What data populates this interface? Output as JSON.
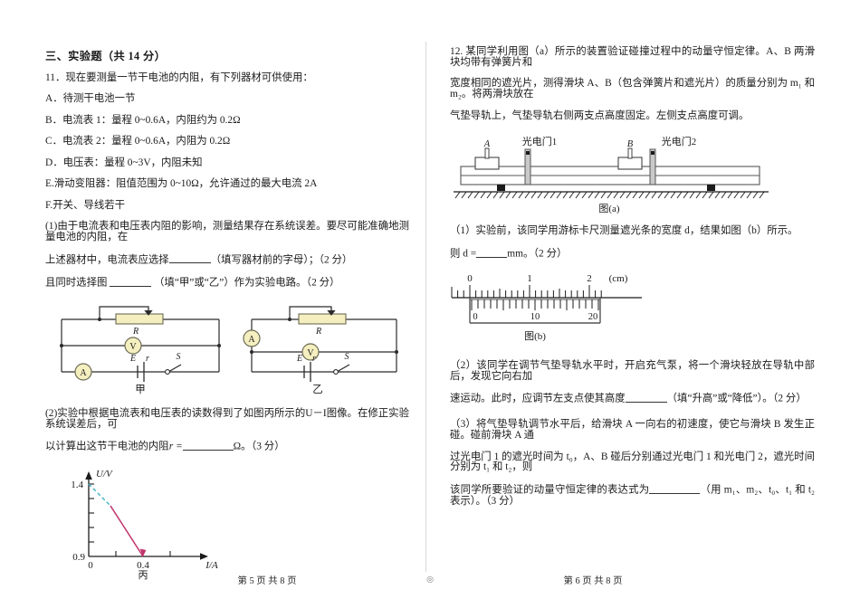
{
  "document": {
    "section_title": "三、实验题（共 14 分）",
    "footer": {
      "left_page": "第 5 页  共 8 页",
      "marker": "◎",
      "right_page": "第 6 页  共 8 页"
    }
  },
  "question11": {
    "stem": "11．现在要测量一节干电池的内阻，有下列器材可供使用：",
    "items": [
      "A．待测干电池一节",
      "B．电流表 1：量程 0~0.6A，内阻约为 0.2Ω",
      "C．电流表 2：量程 0~0.6A，内阻为 0.2Ω",
      "D．电压表：量程 0~3V，内阻未知",
      "E.滑动变阻器：阻值范围为 0~10Ω，允许通过的最大电流 2A",
      "F.开关、导线若干"
    ],
    "part1_line1": "(1)由于电流表和电压表内阻的影响，测量结果存在系统误差。要尽可能准确地测量电池的内阻，在",
    "part1_line2_a": "上述器材中，电流表应选择",
    "part1_line2_b": "（填写器材前的字母）；（2 分）",
    "part1_line3_a": "且同时选择图",
    "part1_line3_b": "（填“甲”或“乙”）作为实验电路。（2 分）",
    "circuit_jia": {
      "label": "甲",
      "resistor": "R",
      "voltmeter": "V",
      "ammeter": "A",
      "emf": "E",
      "internal_r": "r",
      "switch": "S"
    },
    "circuit_yi": {
      "label": "乙",
      "resistor": "R",
      "voltmeter": "V",
      "ammeter": "A",
      "emf": "E",
      "internal_r": "r",
      "switch": "S"
    },
    "part2_line1": "(2)实验中根据电流表和电压表的读数得到了如图丙所示的U－I图像。在修正实验系统误差后，可",
    "part2_line2_a": "以计算出这节干电池的内阻",
    "part2_line2_b": "r =",
    "part2_line2_c": "Ω。（3 分）",
    "graph_caption": "丙"
  },
  "question12": {
    "stem_line1": "12. 某同学利用图（a）所示的装置验证碰撞过程中的动量守恒定律。A、B 两滑块均带有弹簧片和",
    "stem_line2": "宽度相同的遮光片，测得滑块 A、B（包含弹簧片和遮光片）的质量分别为 m₁ 和 m₂。将两滑块放在",
    "stem_line3": "气垫导轨上，气垫导轨右侧两支点高度固定。左侧支点高度可调。",
    "apparatus": {
      "block_a": "A",
      "block_b": "B",
      "gate1": "光电门1",
      "gate2": "光电门2",
      "caption": "图(a)"
    },
    "part1_line1": "（1）实验前，该同学用游标卡尺测量遮光条的宽度 d，结果如图（b）所示。",
    "part1_line2_a": "则 d =",
    "part1_line2_b": "mm。（2 分）",
    "caliper": {
      "main_ticks": [
        "0",
        "1",
        "2"
      ],
      "main_unit": "(cm)",
      "vernier_ticks": [
        "0",
        "10",
        "20"
      ],
      "caption": "图(b)"
    },
    "part2_line1": "（2）该同学在调节气垫导轨水平时，开启充气泵，将一个滑块轻放在导轨中部后，发现它向右加",
    "part2_line2_a": "速运动。此时，应调节左支点使其高度",
    "part2_line2_b": "（填“升高”或“降低”）。（2 分）",
    "part3_line1": "（3）将气垫导轨调节水平后，给滑块 A 一向右的初速度，使它与滑块 B 发生正碰。碰前滑块 A 通",
    "part3_line2": "过光电门 1 的遮光时间为 t₀，A、B 碰后分别通过光电门 1 和光电门 2，遮光时间分别为 t₁ 和 t₂，则",
    "part3_line3_a": "该同学所要验证的动量守恒定律的表达式为",
    "part3_line3_b": "（用 m₁、m₂、t₀、t₁ 和 t₂ 表示）。（3 分）"
  },
  "chart_data": {
    "type": "line",
    "title": "丙",
    "xlabel": "I/A",
    "ylabel": "U/V",
    "xlim": [
      0,
      0.56
    ],
    "ylim": [
      0.9,
      1.45
    ],
    "x_tick_labels": [
      "0",
      "0.4"
    ],
    "x_tick_values": [
      0,
      0.4
    ],
    "y_tick_labels": [
      "0.9",
      "1.4"
    ],
    "y_tick_values": [
      0.9,
      1.4
    ],
    "grid": false,
    "series": [
      {
        "name": "extrapolated",
        "style": "dashed",
        "color": "#49b6c8",
        "x": [
          0,
          0.12
        ],
        "y": [
          1.4,
          1.25
        ]
      },
      {
        "name": "measured",
        "style": "solid",
        "color": "#c0326a",
        "x": [
          0.12,
          0.4
        ],
        "y": [
          1.25,
          0.9
        ]
      }
    ]
  },
  "colors": {
    "component_fill": "#f5efc0",
    "component_stroke": "#6b6b55",
    "wire": "#2b2b2b",
    "divider": "#d8d8d8",
    "graph_dashed": "#49b6c8",
    "graph_solid": "#c0326a"
  }
}
